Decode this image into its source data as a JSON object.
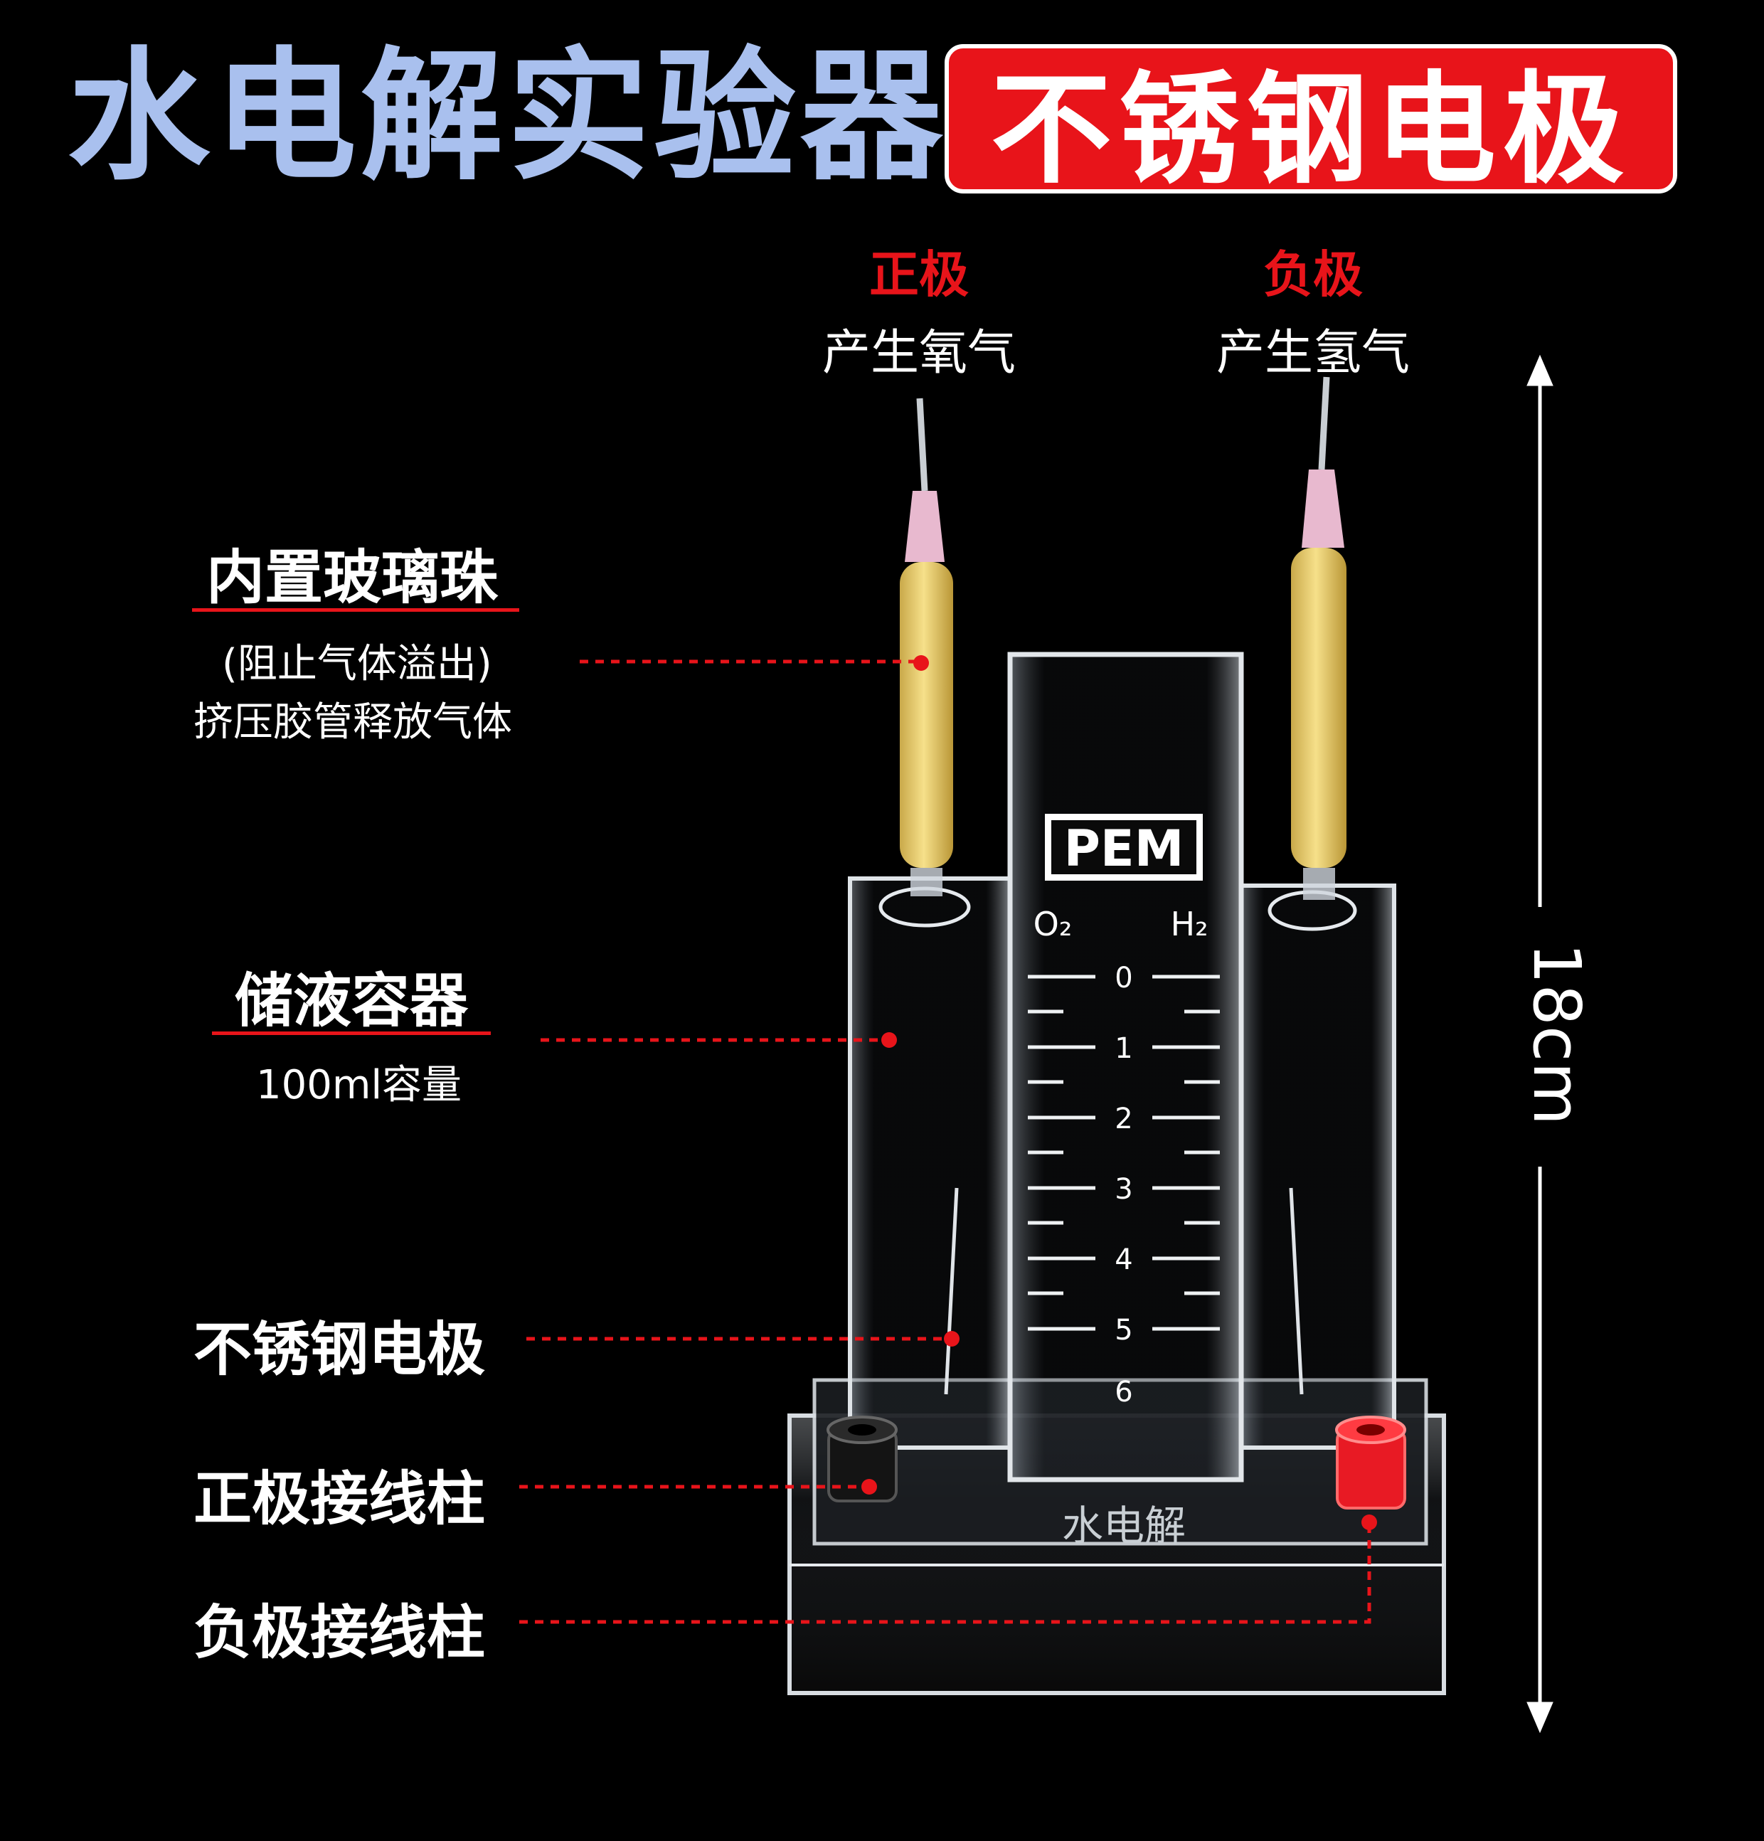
{
  "header": {
    "title": "水电解实验器",
    "badge": "不锈钢电极"
  },
  "poles": {
    "positive": {
      "name": "正极",
      "gas": "产生氧气"
    },
    "negative": {
      "name": "负极",
      "gas": "产生氢气"
    }
  },
  "callouts": {
    "glass_bead": {
      "label": "内置玻璃珠",
      "sub1": "(阻止气体溢出)",
      "sub2": "挤压胶管释放气体"
    },
    "reservoir": {
      "label": "储液容器",
      "sub1": "100ml容量"
    },
    "electrode": {
      "label": "不锈钢电极"
    },
    "positive_terminal": {
      "label": "正极接线柱"
    },
    "negative_terminal": {
      "label": "负极接线柱"
    }
  },
  "dimension": {
    "height": "18cm"
  },
  "apparatus": {
    "center_label": "PEM",
    "left_tube": "O₂",
    "right_tube": "H₂",
    "scale": [
      "0",
      "1",
      "2",
      "3",
      "4",
      "5",
      "6"
    ],
    "base_text": "水电解"
  },
  "colors": {
    "accent": "#e8141a",
    "title": "#a9c0ee"
  }
}
